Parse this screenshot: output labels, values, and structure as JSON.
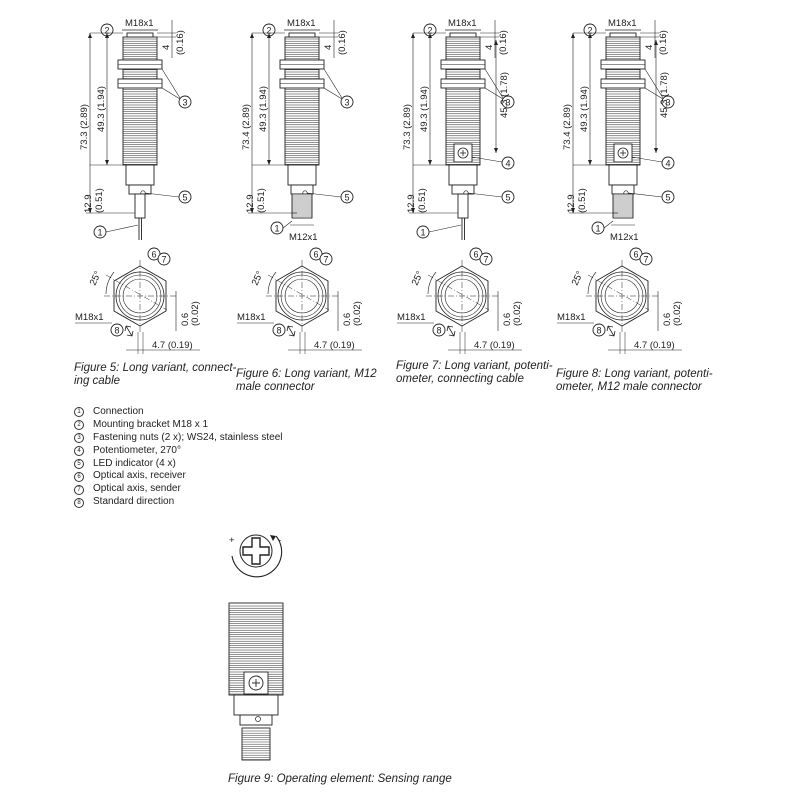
{
  "figures": [
    {
      "caption_lines": [
        "Figure 5: Long variant, connect-",
        "ing cable"
      ],
      "thread_label": "M18x1",
      "dim_top": "4",
      "dim_top_in": "(0.16)",
      "dim_total": "73.3 (2.89)",
      "dim_thread": "49.3 (1.94)",
      "dim_pot": "",
      "dim_bottom": "12.9",
      "dim_bottom_in": "(0.51)",
      "connector_label": "",
      "view_angle": "25°",
      "view_thread": "M18x1",
      "view_offset": "0.6",
      "view_offset_in": "(0.02)",
      "view_width": "4.7 (0.19)"
    },
    {
      "caption_lines": [
        "Figure 6: Long variant, M12",
        "male connector"
      ],
      "thread_label": "M18x1",
      "dim_top": "4",
      "dim_top_in": "(0.16)",
      "dim_total": "73.4 (2.89)",
      "dim_thread": "49.3 (1.94)",
      "dim_pot": "",
      "dim_bottom": "12.9",
      "dim_bottom_in": "(0.51)",
      "connector_label": "M12x1",
      "view_angle": "25°",
      "view_thread": "M18x1",
      "view_offset": "0.6",
      "view_offset_in": "(0.02)",
      "view_width": "4.7 (0.19)"
    },
    {
      "caption_lines": [
        "Figure 7: Long variant, potenti-",
        "ometer, connecting cable"
      ],
      "thread_label": "M18x1",
      "dim_top": "4",
      "dim_top_in": "(0.16)",
      "dim_total": "73.3 (2.89)",
      "dim_thread": "49.3 (1.94)",
      "dim_pot": "45.3 (1.78)",
      "dim_bottom": "12.9",
      "dim_bottom_in": "(0.51)",
      "connector_label": "",
      "view_angle": "25°",
      "view_thread": "M18x1",
      "view_offset": "0.6",
      "view_offset_in": "(0.02)",
      "view_width": "4.7 (0.19)"
    },
    {
      "caption_lines": [
        "Figure 8: Long variant, potenti-",
        "ometer, M12 male connector"
      ],
      "thread_label": "M18x1",
      "dim_top": "4",
      "dim_top_in": "(0.16)",
      "dim_total": "73.4 (2.89)",
      "dim_thread": "49.3 (1.94)",
      "dim_pot": "45.3 (1.78)",
      "dim_bottom": "12.9",
      "dim_bottom_in": "(0.51)",
      "connector_label": "M12x1",
      "view_angle": "25°",
      "view_thread": "M18x1",
      "view_offset": "0.6",
      "view_offset_in": "(0.02)",
      "view_width": "4.7 (0.19)"
    }
  ],
  "legend": [
    {
      "num": "1",
      "text": "Connection"
    },
    {
      "num": "2",
      "text": "Mounting bracket M18 x 1"
    },
    {
      "num": "3",
      "text": "Fastening nuts (2 x); WS24, stainless steel"
    },
    {
      "num": "4",
      "text": "Potentiometer, 270°"
    },
    {
      "num": "5",
      "text": "LED indicator (4 x)"
    },
    {
      "num": "6",
      "text": "Optical axis, receiver"
    },
    {
      "num": "7",
      "text": "Optical axis, sender"
    },
    {
      "num": "8",
      "text": "Standard direction"
    }
  ],
  "figure9": {
    "caption": "Figure 9: Operating element: Sensing range",
    "plus": "+",
    "minus": "-"
  }
}
